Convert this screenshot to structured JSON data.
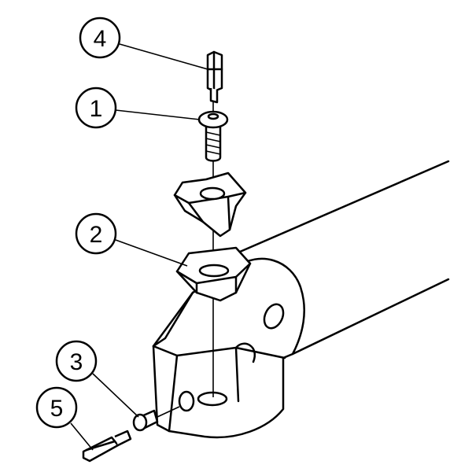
{
  "diagram": {
    "callouts": [
      {
        "id": "callout-4",
        "label": "4",
        "part": "hex-key-small"
      },
      {
        "id": "callout-1",
        "label": "1",
        "part": "insert-screw"
      },
      {
        "id": "callout-2",
        "label": "2",
        "part": "shim"
      },
      {
        "id": "callout-3",
        "label": "3",
        "part": "shim-screw"
      },
      {
        "id": "callout-5",
        "label": "5",
        "part": "hex-key-large"
      }
    ]
  }
}
